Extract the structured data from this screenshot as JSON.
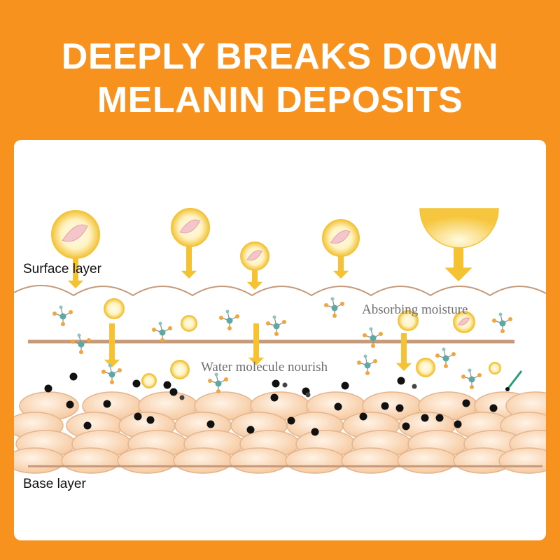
{
  "headline": {
    "line1": "DEEPLY BREAKS DOWN",
    "line2": "MELANIN DEPOSITS"
  },
  "diagram": {
    "surface_label": "Surface layer",
    "base_label": "Base layer",
    "absorbing_label": "Absorbing moisture",
    "water_label": "Water molecule nourish"
  },
  "colors": {
    "background": "#f7921e",
    "panel": "#ffffff",
    "arrow": "#f4c233",
    "membrane": "#c49a7a",
    "cell_fill": "#fbdcc2",
    "cell_stroke": "#e3b690",
    "melanin": "#111111"
  }
}
